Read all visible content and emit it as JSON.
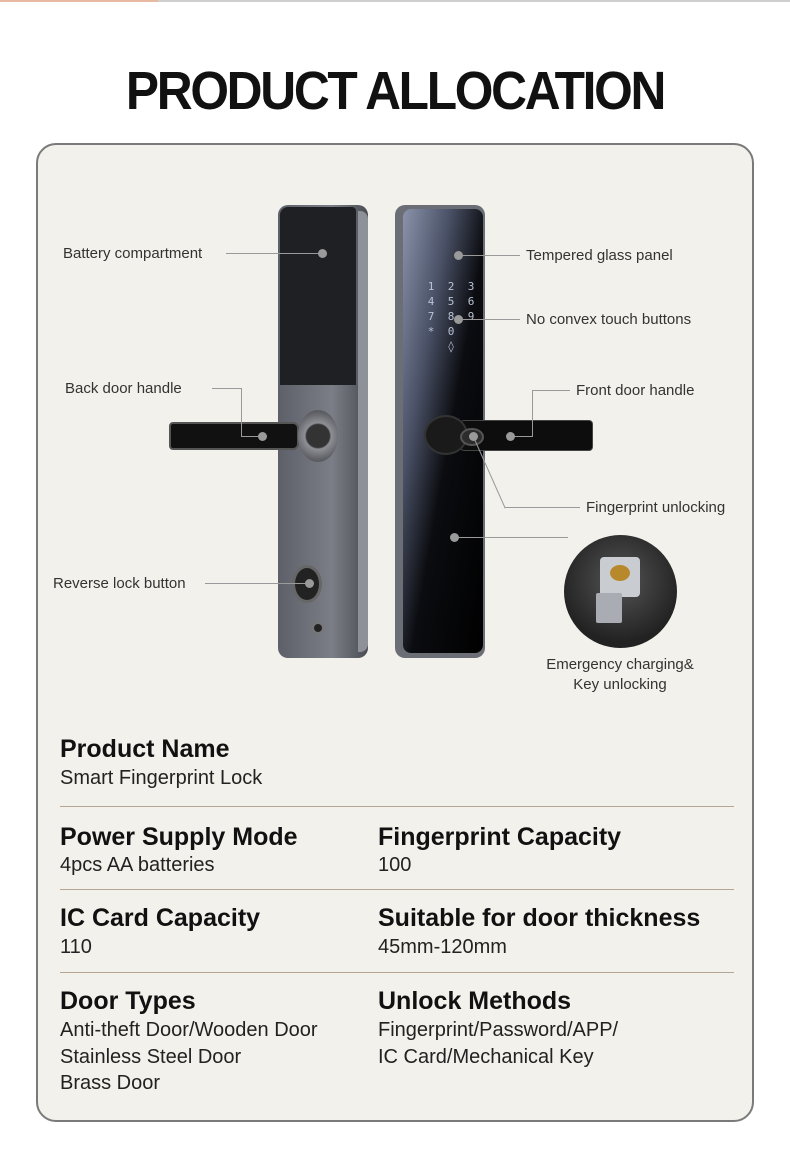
{
  "title": "PRODUCT ALLOCATION",
  "callouts": {
    "battery": "Battery compartment",
    "back_handle": "Back door handle",
    "reverse_lock": "Reverse lock button",
    "glass_panel": "Tempered glass panel",
    "touch_buttons": "No convex touch buttons",
    "front_handle": "Front door handle",
    "fingerprint": "Fingerprint unlocking",
    "emergency_line1": "Emergency charging&",
    "emergency_line2": "Key unlocking"
  },
  "keypad": [
    "1",
    "2",
    "3",
    "4",
    "5",
    "6",
    "7",
    "8",
    "9",
    "*",
    "0",
    "",
    "◊"
  ],
  "specs": {
    "product_name": {
      "label": "Product Name",
      "value": "Smart Fingerprint Lock"
    },
    "power": {
      "label": "Power Supply Mode",
      "value": "4pcs AA batteries"
    },
    "fingerprint_capacity": {
      "label": "Fingerprint Capacity",
      "value": "100"
    },
    "ic_card": {
      "label": "IC Card Capacity",
      "value": "110"
    },
    "door_thickness": {
      "label": "Suitable for door thickness",
      "value": "45mm-120mm"
    },
    "door_types": {
      "label": "Door Types",
      "values": [
        "Anti-theft Door/Wooden Door",
        "Stainless Steel Door",
        "Brass Door"
      ]
    },
    "unlock_methods": {
      "label": "Unlock Methods",
      "values": [
        "Fingerprint/Password/APP/",
        "IC Card/Mechanical Key"
      ]
    }
  }
}
